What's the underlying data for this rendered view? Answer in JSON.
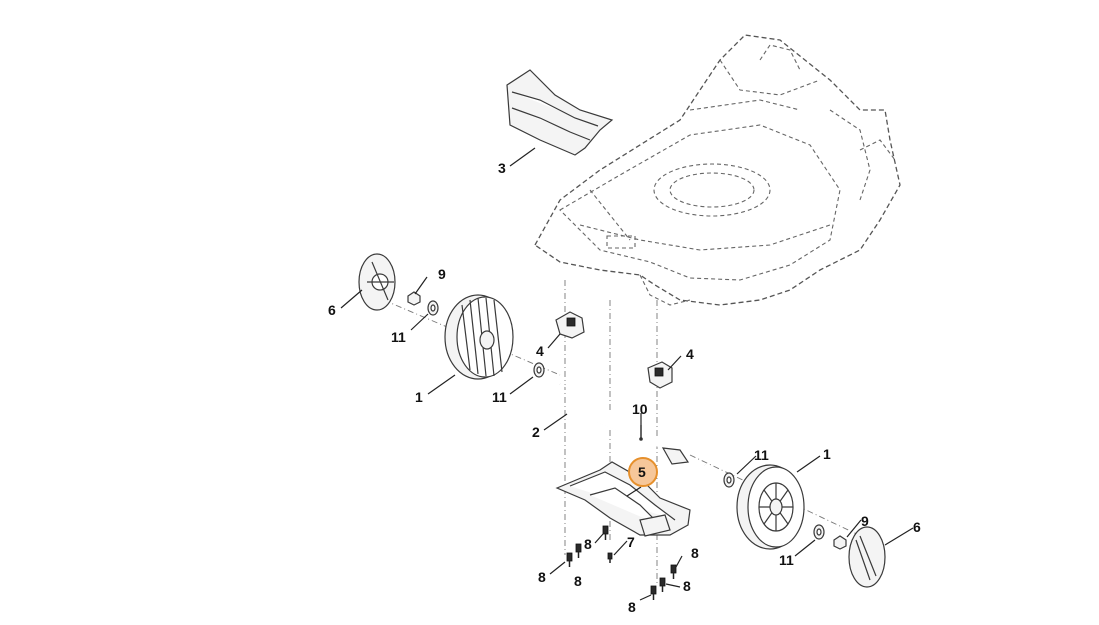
{
  "diagram": {
    "callouts": [
      {
        "id": "label-3",
        "text": "3"
      },
      {
        "id": "label-9-left",
        "text": "9"
      },
      {
        "id": "label-6-left",
        "text": "6"
      },
      {
        "id": "label-11-left-top",
        "text": "11"
      },
      {
        "id": "label-4-left",
        "text": "4"
      },
      {
        "id": "label-4-right",
        "text": "4"
      },
      {
        "id": "label-1-left",
        "text": "1"
      },
      {
        "id": "label-11-left-bottom",
        "text": "11"
      },
      {
        "id": "label-10",
        "text": "10"
      },
      {
        "id": "label-2",
        "text": "2"
      },
      {
        "id": "label-5",
        "text": "5"
      },
      {
        "id": "label-11-right-top",
        "text": "11"
      },
      {
        "id": "label-1-right",
        "text": "1"
      },
      {
        "id": "label-9-right",
        "text": "9"
      },
      {
        "id": "label-6-right",
        "text": "6"
      },
      {
        "id": "label-11-right-bottom",
        "text": "11"
      },
      {
        "id": "label-8-a",
        "text": "8"
      },
      {
        "id": "label-7",
        "text": "7"
      },
      {
        "id": "label-8-b",
        "text": "8"
      },
      {
        "id": "label-8-c",
        "text": "8"
      },
      {
        "id": "label-8-d",
        "text": "8"
      },
      {
        "id": "label-8-e",
        "text": "8"
      },
      {
        "id": "label-8-f",
        "text": "8"
      }
    ],
    "highlighted_part": "5",
    "highlight_color": "#f6c79a"
  }
}
